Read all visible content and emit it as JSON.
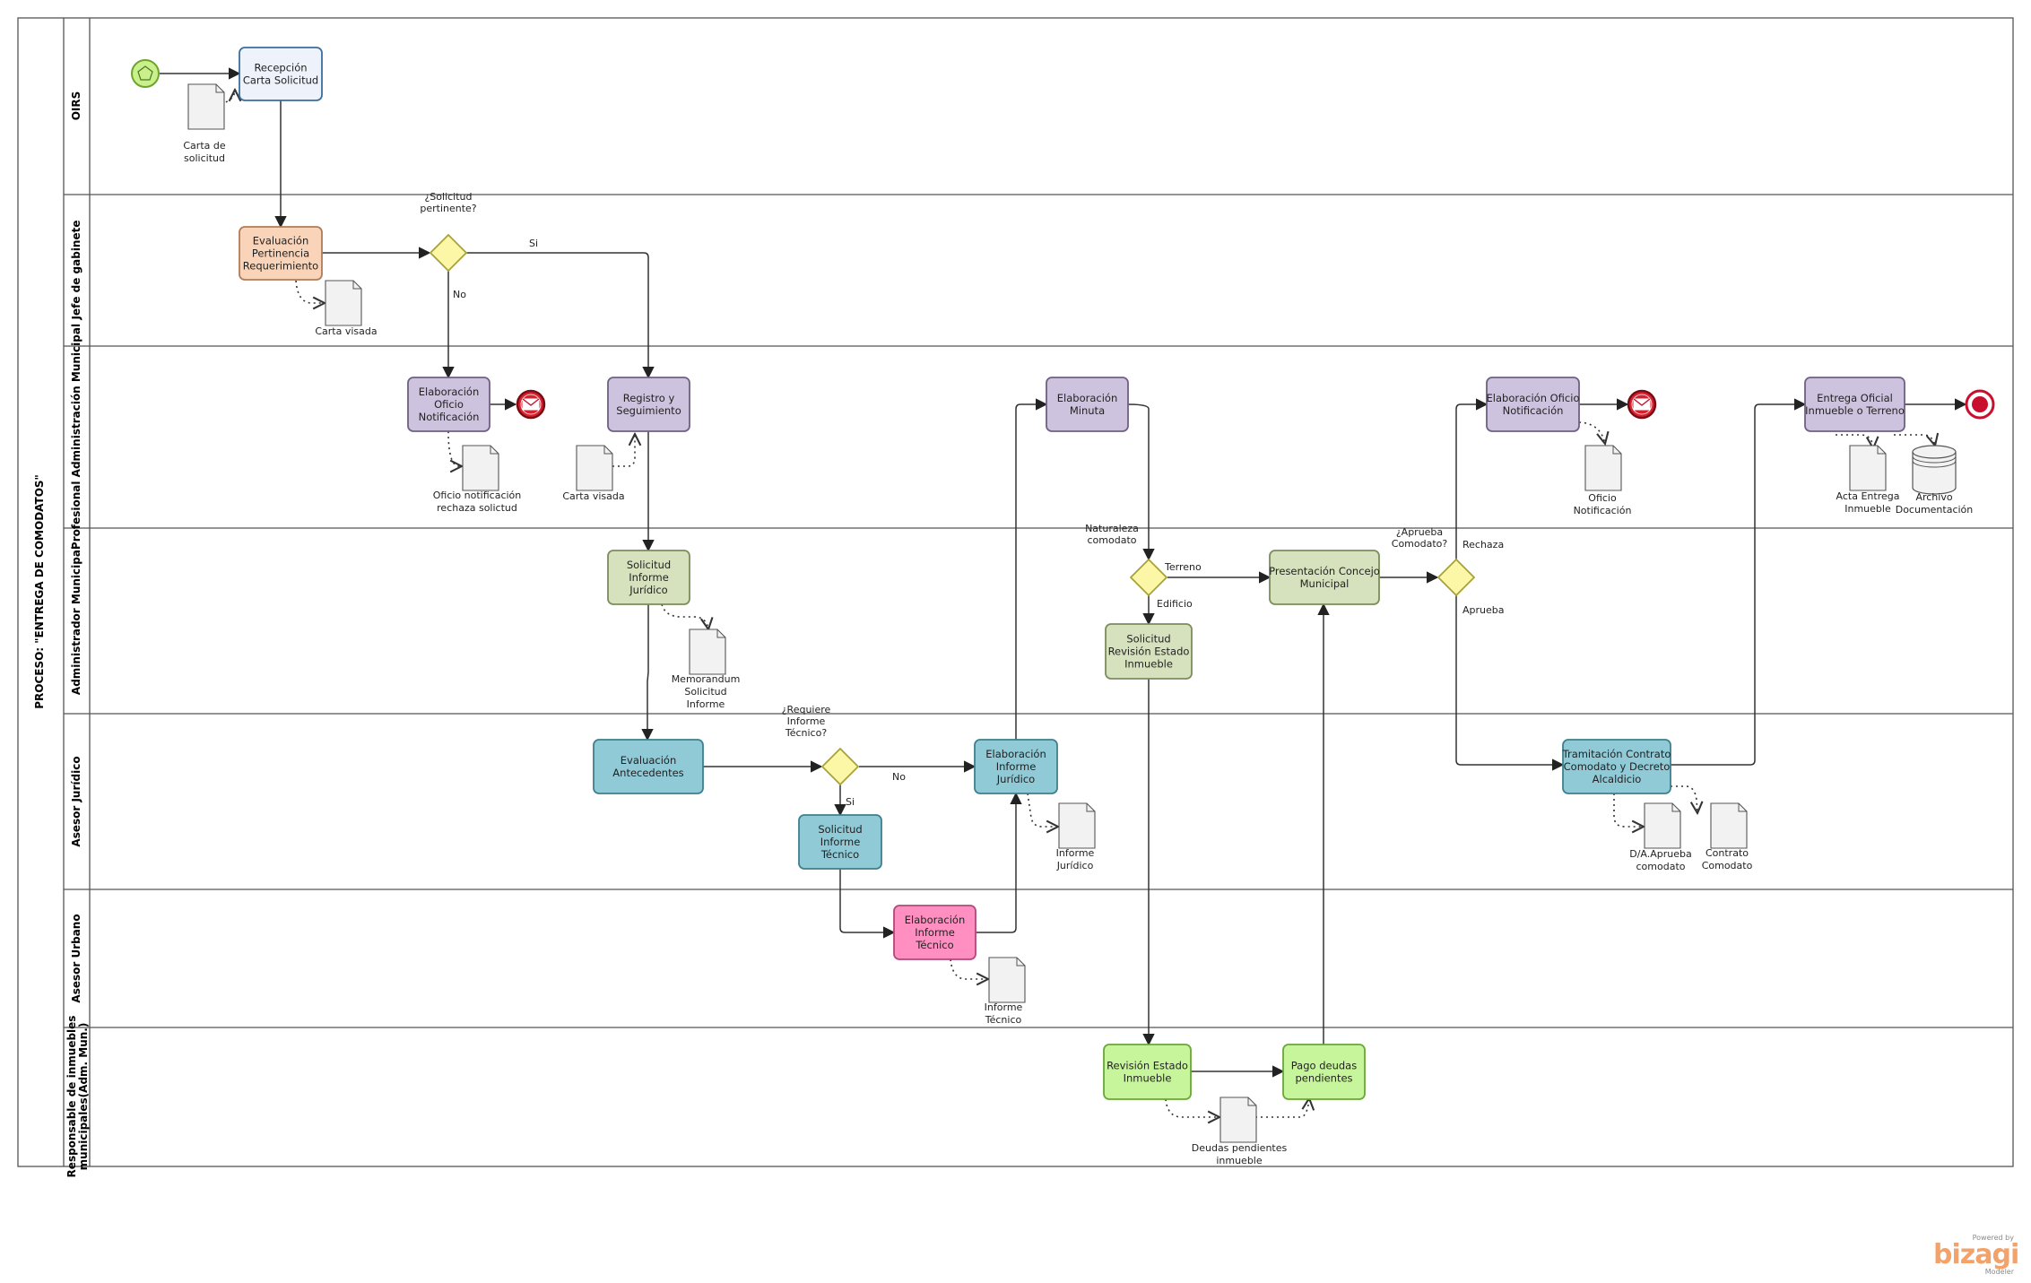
{
  "pool": {
    "title": "PROCESO: \"ENTREGA DE COMODATOS\""
  },
  "lanes": [
    {
      "id": "oirs",
      "label": "OIRS"
    },
    {
      "id": "jefe",
      "label": "Jefe de gabinete"
    },
    {
      "id": "prof",
      "label": "Profesional Administración Municipal"
    },
    {
      "id": "admin",
      "label": "Administrador Municipal"
    },
    {
      "id": "asesorj",
      "label": "Asesor Jurídico"
    },
    {
      "id": "asesoru",
      "label": "Asesor Urbano"
    },
    {
      "id": "resp",
      "label": "Responsable de inmuebles municipales(Adm. Mun.)"
    }
  ],
  "tasks": [
    {
      "id": "recepcion",
      "lines": [
        "Recepción",
        "Carta Solicitud"
      ],
      "color": "#eef3fb",
      "stroke": "#3b6e9c"
    },
    {
      "id": "evaluacion-pertinencia",
      "lines": [
        "Evaluación",
        "Pertinencia",
        "Requerimiento"
      ],
      "color": "#f9d4b8",
      "stroke": "#b07b58"
    },
    {
      "id": "elab-oficio-notif",
      "lines": [
        "Elaboración",
        "Oficio",
        "Notificación"
      ],
      "color": "#cdc3de",
      "stroke": "#6f6182"
    },
    {
      "id": "registro",
      "lines": [
        "Registro y",
        "Seguimiento"
      ],
      "color": "#cdc3de",
      "stroke": "#6f6182"
    },
    {
      "id": "elab-minuta",
      "lines": [
        "Elaboración",
        "Minuta"
      ],
      "color": "#cdc3de",
      "stroke": "#6f6182"
    },
    {
      "id": "elab-oficio-notif2",
      "lines": [
        "Elaboración Oficio",
        "Notificación"
      ],
      "color": "#cdc3de",
      "stroke": "#6f6182"
    },
    {
      "id": "entrega-oficial",
      "lines": [
        "Entrega Oficial",
        "Inmueble o Terreno"
      ],
      "color": "#cdc3de",
      "stroke": "#6f6182"
    },
    {
      "id": "solicitud-inf-juridico",
      "lines": [
        "Solicitud",
        "Informe",
        "Jurídico"
      ],
      "color": "#d6e2bd",
      "stroke": "#7c8c5c"
    },
    {
      "id": "solicitud-revision",
      "lines": [
        "Solicitud",
        "Revisión Estado",
        "Inmueble"
      ],
      "color": "#d6e2bd",
      "stroke": "#7c8c5c"
    },
    {
      "id": "presentacion-concejo",
      "lines": [
        "Presentación Concejo",
        "Municipal"
      ],
      "color": "#d6e2bd",
      "stroke": "#7c8c5c"
    },
    {
      "id": "evaluacion-antecedentes",
      "lines": [
        "Evaluación",
        "Antecedentes"
      ],
      "color": "#8fcad6",
      "stroke": "#3f7f8e"
    },
    {
      "id": "elab-inf-juridico",
      "lines": [
        "Elaboración",
        "Informe",
        "Jurídico"
      ],
      "color": "#8fcad6",
      "stroke": "#3f7f8e"
    },
    {
      "id": "solicitud-inf-tecnico",
      "lines": [
        "Solicitud",
        "Informe",
        "Técnico"
      ],
      "color": "#8fcad6",
      "stroke": "#3f7f8e"
    },
    {
      "id": "tramitacion",
      "lines": [
        "Tramitación Contrato",
        "Comodato y Decreto",
        "Alcaldicio"
      ],
      "color": "#8fcad6",
      "stroke": "#3f7f8e"
    },
    {
      "id": "elab-inf-tecnico",
      "lines": [
        "Elaboración",
        "Informe",
        "Técnico"
      ],
      "color": "#ff8fc0",
      "stroke": "#b3487a"
    },
    {
      "id": "revision-estado",
      "lines": [
        "Revisión Estado",
        "Inmueble"
      ],
      "color": "#c7f59b",
      "stroke": "#6aa63a"
    },
    {
      "id": "pago-deudas",
      "lines": [
        "Pago deudas",
        "pendientes"
      ],
      "color": "#c7f59b",
      "stroke": "#6aa63a"
    }
  ],
  "gateways": [
    {
      "id": "g1",
      "question": [
        "¿Solicitud",
        "pertinente?"
      ]
    },
    {
      "id": "g2",
      "question": [
        "¿Requiere",
        "Informe",
        "Técnico?"
      ]
    },
    {
      "id": "g3",
      "question": [
        "Naturaleza",
        "comodato"
      ]
    },
    {
      "id": "g4",
      "question": [
        "¿Aprueba",
        "Comodato?"
      ]
    }
  ],
  "flow_labels": {
    "g1_si": "Si",
    "g1_no": "No",
    "g2_no": "No",
    "g2_si": "Si",
    "g3_terreno": "Terreno",
    "g3_edificio": "Edificio",
    "g4_rechaza": "Rechaza",
    "g4_aprueba": "Aprueba"
  },
  "documents": [
    {
      "id": "carta-solicitud",
      "lines": [
        "Carta de",
        "solicitud"
      ]
    },
    {
      "id": "carta-visada-1",
      "lines": [
        "Carta visada"
      ]
    },
    {
      "id": "oficio-rechaza",
      "lines": [
        "Oficio notificación",
        "rechaza solictud"
      ]
    },
    {
      "id": "carta-visada-2",
      "lines": [
        "Carta visada"
      ]
    },
    {
      "id": "oficio-notif",
      "lines": [
        "Oficio",
        "Notificación"
      ]
    },
    {
      "id": "acta-entrega",
      "lines": [
        "Acta Entrega",
        "Inmueble"
      ]
    },
    {
      "id": "memorandum",
      "lines": [
        "Memorandum",
        "Solicitud",
        "Informe"
      ]
    },
    {
      "id": "informe-juridico",
      "lines": [
        "Informe",
        "Jurídico"
      ]
    },
    {
      "id": "da-aprueba",
      "lines": [
        "D/A.Aprueba",
        "comodato"
      ]
    },
    {
      "id": "contrato-comodato",
      "lines": [
        "Contrato",
        "Comodato"
      ]
    },
    {
      "id": "informe-tecnico",
      "lines": [
        "Informe",
        "Técnico"
      ]
    },
    {
      "id": "deudas-pendientes",
      "lines": [
        "Deudas pendientes",
        "inmueble"
      ]
    }
  ],
  "datastore": {
    "id": "archivo",
    "lines": [
      "Archivo",
      "Documentación"
    ]
  },
  "colors": {
    "gateway_fill": "#fbf7a6",
    "gateway_stroke": "#a8a23a",
    "start_fill": "#c9f08c",
    "start_stroke": "#6da52c",
    "message_end_fill": "#d8212f",
    "end_fill": "#c8102e"
  },
  "branding": {
    "powered": "Powered by",
    "name": "bizagi",
    "product": "Modeler"
  }
}
